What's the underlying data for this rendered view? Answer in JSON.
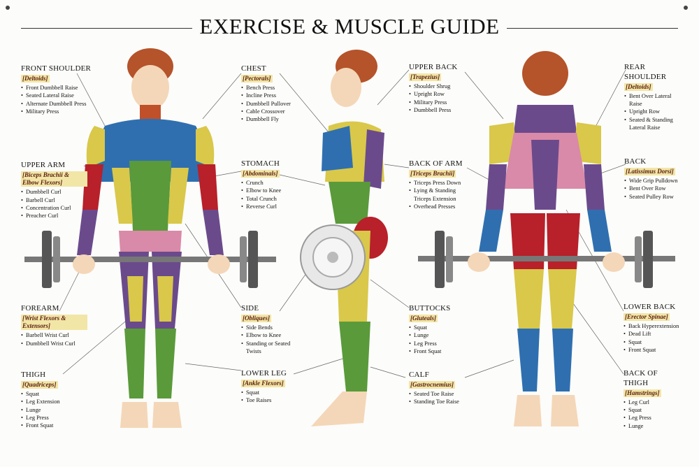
{
  "title": "EXERCISE & MUSCLE GUIDE",
  "groups": {
    "front_shoulder": {
      "heading": "FRONT SHOULDER",
      "muscle": "[Deltoids]",
      "exercises": [
        "Front Dumbbell Raise",
        "Seated Lateral Raise",
        "Alternate Dumbbell Press",
        "Military Press"
      ]
    },
    "upper_arm": {
      "heading": "UPPER ARM",
      "muscle": "[Biceps Brachii & Elbow Flexors]",
      "exercises": [
        "Dumbbell Curl",
        "Barbell Curl",
        "Concentration Curl",
        "Preacher Curl"
      ]
    },
    "forearm": {
      "heading": "FOREARM",
      "muscle": "[Wrist Flexors & Extensors]",
      "exercises": [
        "Barbell Wrist Curl",
        "Dumbbell Wrist Curl"
      ]
    },
    "thigh": {
      "heading": "THIGH",
      "muscle": "[Quadriceps]",
      "exercises": [
        "Squat",
        "Leg Extension",
        "Lunge",
        "Leg Press",
        "Front Squat"
      ]
    },
    "chest": {
      "heading": "CHEST",
      "muscle": "[Pectorals]",
      "exercises": [
        "Bench Press",
        "Incline Press",
        "Dumbbell Pullover",
        "Cable Crossover",
        "Dumbbell Fly"
      ]
    },
    "stomach": {
      "heading": "STOMACH",
      "muscle": "[Abdominals]",
      "exercises": [
        "Crunch",
        "Elbow to Knee",
        "Total Crunch",
        "Reverse Curl"
      ]
    },
    "side": {
      "heading": "SIDE",
      "muscle": "[Obliques]",
      "exercises": [
        "Side Bends",
        "Elbow to Knee",
        "Standing or Seated Twists"
      ]
    },
    "lower_leg": {
      "heading": "LOWER LEG",
      "muscle": "[Ankle Flexors]",
      "exercises": [
        "Squat",
        "Toe Raises"
      ]
    },
    "upper_back": {
      "heading": "UPPER BACK",
      "muscle": "[Trapezius]",
      "exercises": [
        "Shoulder Shrug",
        "Upright Row",
        "Military Press",
        "Dumbbell Press"
      ]
    },
    "back_of_arm": {
      "heading": "BACK OF ARM",
      "muscle": "[Triceps Brachii]",
      "exercises": [
        "Triceps Press Down",
        "Lying & Standing Triceps Extension",
        "Overhead Presses"
      ]
    },
    "buttocks": {
      "heading": "BUTTOCKS",
      "muscle": "[Gluteals]",
      "exercises": [
        "Squat",
        "Lunge",
        "Leg Press",
        "Front Squat"
      ]
    },
    "calf": {
      "heading": "CALF",
      "muscle": "[Gastrocnemius]",
      "exercises": [
        "Seated Toe Raise",
        "Standing Toe Raise"
      ]
    },
    "rear_shoulder": {
      "heading": "REAR SHOULDER",
      "muscle": "[Deltoids]",
      "exercises": [
        "Bent Over Lateral Raise",
        "Upright Row",
        "Seated & Standing Lateral Raise"
      ]
    },
    "back": {
      "heading": "BACK",
      "muscle": "[Latissimus Dorsi]",
      "exercises": [
        "Wide Grip Pulldown",
        "Bent Over Row",
        "Seated Pulley Row"
      ]
    },
    "lower_back": {
      "heading": "LOWER BACK",
      "muscle": "[Erector Spinae]",
      "exercises": [
        "Back Hyperextension",
        "Dead Lift",
        "Squat",
        "Front Squat"
      ]
    },
    "back_of_thigh": {
      "heading": "BACK OF THIGH",
      "muscle": "[Hamstrings]",
      "exercises": [
        "Leg Curl",
        "Squat",
        "Leg Press",
        "Lunge"
      ]
    }
  },
  "colors": {
    "blue": "#2f6fb0",
    "yellow": "#d9c84a",
    "green": "#5a9a3a",
    "red": "#b8202a",
    "purple": "#6b4a8c",
    "pink": "#d98aa8",
    "skin": "#f4d7b8",
    "hair": "#b5532a"
  }
}
